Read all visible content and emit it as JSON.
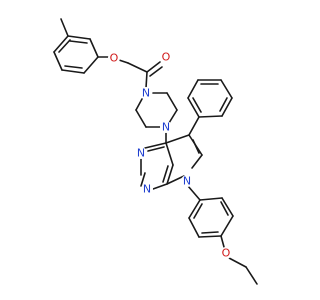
{
  "atoms": [
    {
      "id": "O_ketone",
      "symbol": "O",
      "color": "#d11a1a"
    },
    {
      "id": "O_ether_aryl",
      "symbol": "O",
      "color": "#d11a1a"
    },
    {
      "id": "N_piperazine_top",
      "symbol": "N",
      "color": "#1f3fcf"
    },
    {
      "id": "N_piperazine_bottom",
      "symbol": "N",
      "color": "#1f3fcf"
    },
    {
      "id": "N_pyrimidine_1",
      "symbol": "N",
      "color": "#1f3fcf"
    },
    {
      "id": "N_pyrimidine_2",
      "symbol": "N",
      "color": "#1f3fcf"
    },
    {
      "id": "N_pyrrole",
      "symbol": "N",
      "color": "#1f3fcf"
    },
    {
      "id": "O_ethoxy",
      "symbol": "O",
      "color": "#d11a1a"
    }
  ]
}
